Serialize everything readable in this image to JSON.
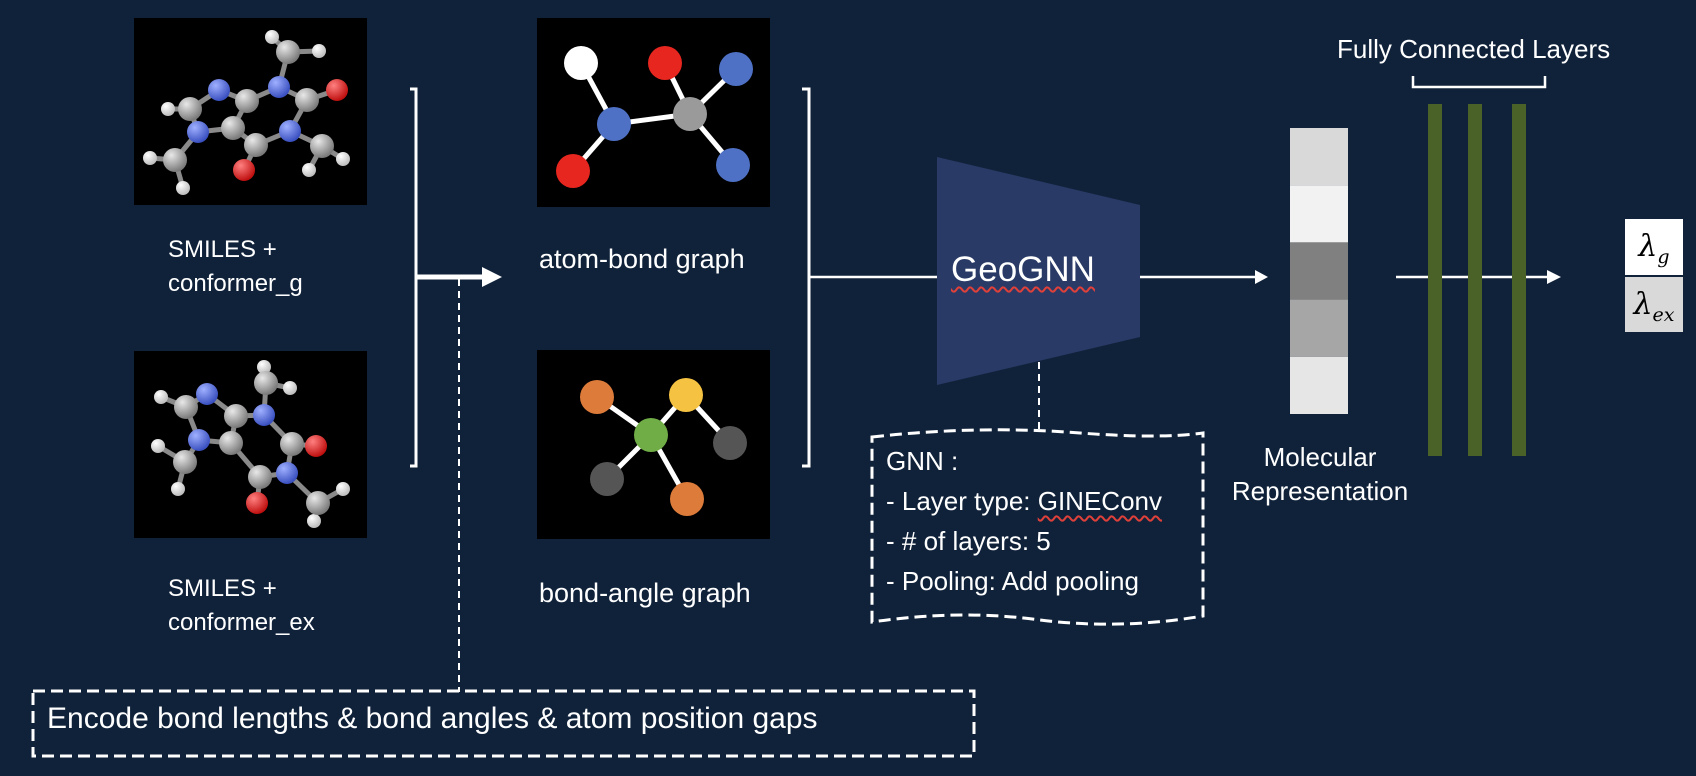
{
  "molecules": [
    {
      "label_line1": "SMILES +",
      "label_line2": "conformer_g"
    },
    {
      "label_line1": "SMILES +",
      "label_line2": "conformer_ex"
    }
  ],
  "graphs": {
    "atom_bond": "atom-bond graph",
    "bond_angle": "bond-angle graph"
  },
  "model": {
    "name": "GeoGNN",
    "details": {
      "title": "GNN :",
      "lines": [
        "- Layer type: GINEConv",
        "- # of layers: 5",
        "- Pooling: Add pooling"
      ]
    }
  },
  "representation": {
    "line1": "Molecular",
    "line2": "Representation",
    "cell_colors": [
      "#d9d9d9",
      "#f2f2f2",
      "#808080",
      "#a6a6a6",
      "#e6e6e6"
    ]
  },
  "fc_layers": {
    "label": "Fully Connected Layers",
    "bar_color": "#4a6128"
  },
  "outputs": [
    {
      "symbol": "λ",
      "subscript": "g"
    },
    {
      "symbol": "λ",
      "subscript": "ex"
    }
  ],
  "encode_note": "Encode bond lengths & bond angles & atom position gaps",
  "colors": {
    "background": "#10223a",
    "geognn_trapezoid": "#293a66",
    "atom_carbon": "#9a9a9a",
    "atom_nitrogen": "#4a66d6",
    "atom_oxygen": "#e02020",
    "atom_hydrogen": "#ffffff",
    "node_blue": "#4e71c5",
    "node_red": "#e6261f",
    "node_green": "#70ad47",
    "node_orange": "#dd7b3a",
    "node_yellow": "#f5c242",
    "node_dark": "#555555"
  }
}
